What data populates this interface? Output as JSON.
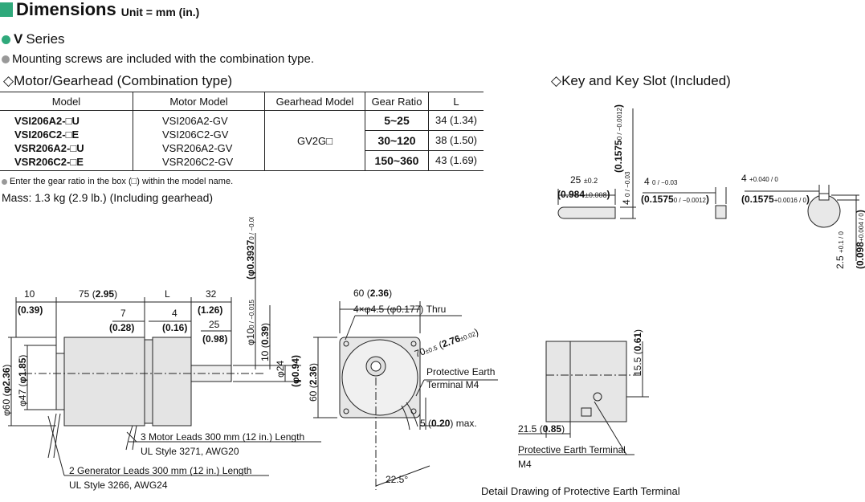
{
  "header": {
    "title": "Dimensions",
    "unit": "Unit = mm (in.)"
  },
  "series": {
    "name": "V",
    "suffix": "Series"
  },
  "mounting_note": "Mounting screws are included with the combination type.",
  "section_combination": "◇Motor/Gearhead (Combination type)",
  "section_key": "◇Key and Key Slot (Included)",
  "table": {
    "headers": [
      "Model",
      "Motor Model",
      "Gearhead Model",
      "Gear Ratio",
      "L"
    ],
    "models": [
      "VSI206A2-□U",
      "VSI206C2-□E",
      "VSR206A2-□U",
      "VSR206C2-□E"
    ],
    "motor_models": [
      "VSI206A2-GV",
      "VSI206C2-GV",
      "VSR206A2-GV",
      "VSR206C2-GV"
    ],
    "gearhead_model": "GV2G□",
    "ratios": [
      "5~25",
      "30~120",
      "150~360"
    ],
    "lengths": [
      "34 (1.34)",
      "38 (1.50)",
      "43 (1.69)"
    ]
  },
  "table_note": "Enter the gear ratio in the box (□) within the model name.",
  "mass": "Mass: 1.3 kg (2.9 lb.) (Including gearhead)",
  "key": {
    "len_mm": "25",
    "len_tol": "±0.2",
    "len_in": "0.984",
    "len_in_tol": "±0.008",
    "h_mm": "4",
    "h_tol": "0 / −0.03",
    "h_in": "0.1575",
    "h_in_tol": "0 / −0.0012",
    "w_mm": "4",
    "w_tol": "0 / −0.03",
    "w_in": "0.1575",
    "w_in_tol": "0 / −0.0012",
    "slot_mm": "4",
    "slot_tol": "+0.040 / 0",
    "slot_in": "0.1575",
    "slot_in_tol": "+0.0016 / 0",
    "depth_mm": "2.5",
    "depth_tol": "+0.1 / 0",
    "depth_in": "0.098",
    "depth_in_tol": "+0.004 / 0"
  },
  "side_view": {
    "d10": "10",
    "d10_in": "(0.39)",
    "d75": "75",
    "d75_in": "2.95",
    "dL": "L",
    "d32": "32",
    "d32_in": "(1.26)",
    "d7": "7",
    "d7_in": "(0.28)",
    "d4": "4",
    "d4_in": "(0.16)",
    "d25": "25",
    "d25_in": "(0.98)",
    "shaft_mm": "φ10",
    "shaft_tol": "0 / −0.015",
    "shaft_in": "φ0.3937",
    "shaft_in_tol": "0 / −0.0006",
    "shaft_10": "10",
    "shaft_10_in": "0.39",
    "phi24": "φ24",
    "phi24_in": "φ0.94",
    "phi60": "φ60",
    "phi60_in": "φ2.36",
    "phi47": "φ47",
    "phi47_in": "φ1.85",
    "leads_motor": "3 Motor Leads 300 mm (12 in.) Length",
    "leads_motor_ul": "UL Style 3271, AWG20",
    "leads_gen": "2 Generator Leads 300 mm (12 in.) Length",
    "leads_gen_ul": "UL Style 3266, AWG24"
  },
  "front_view": {
    "d60": "60",
    "d60_in": "2.36",
    "holes": "4×φ4.5 (φ0.177) Thru",
    "pcd": "70",
    "pcd_tol": "±0.5",
    "pcd_in": "2.76",
    "pcd_in_tol": "±0.02",
    "pe_terminal": "Protective Earth",
    "pe_terminal2": "Terminal M4",
    "d5": "5",
    "d5_in": "0.20",
    "d5_suffix": "max.",
    "angle": "22.5°",
    "h60": "60",
    "h60_in": "2.36"
  },
  "detail": {
    "d15": "15.5",
    "d15_in": "0.61",
    "d21": "21.5",
    "d21_in": "0.85",
    "pe1": "Protective Earth Terminal",
    "pe2": "M4",
    "caption": "Detail Drawing of Protective Earth Terminal"
  }
}
